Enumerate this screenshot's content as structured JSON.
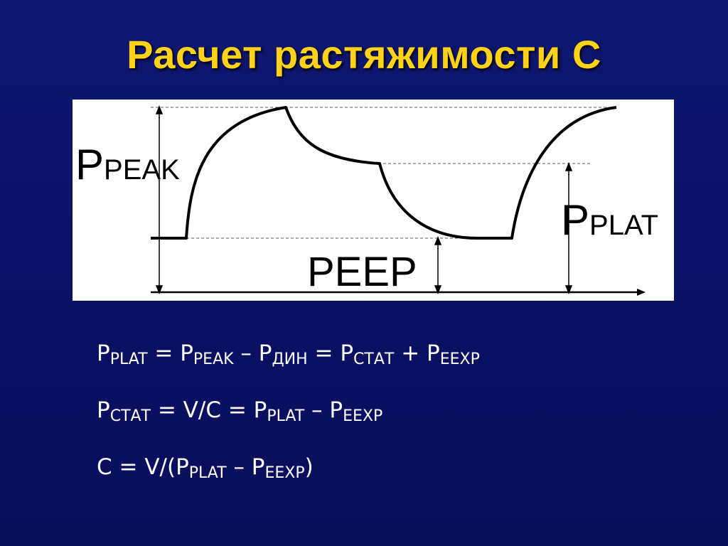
{
  "slide": {
    "title": "Расчет растяжимости С"
  },
  "diagram": {
    "labels": {
      "p_peak_main": "P",
      "p_peak_sub": "PEAK",
      "p_plat_main": "P",
      "p_plat_sub": "PLAT",
      "peep": "PEEP"
    }
  },
  "formulas": {
    "line1": {
      "p1": "P",
      "s1": "PLAT",
      "op1": " = P",
      "s2": "PEAK",
      "op2": " – P",
      "s3": "ДИН",
      "op3": " = P",
      "s4": "СТАТ",
      "op4": " + P",
      "s5": "EEXP"
    },
    "line2": {
      "p1": "P",
      "s1": "СТАТ",
      "op1": " = V/C = P",
      "s2": "PLAT",
      "op2": " – P",
      "s3": "EEXP"
    },
    "line3": {
      "p1": "C = V/(P",
      "s1": "PLAT",
      "op1": " – P",
      "s2": "EEXP",
      "close": ")"
    }
  }
}
